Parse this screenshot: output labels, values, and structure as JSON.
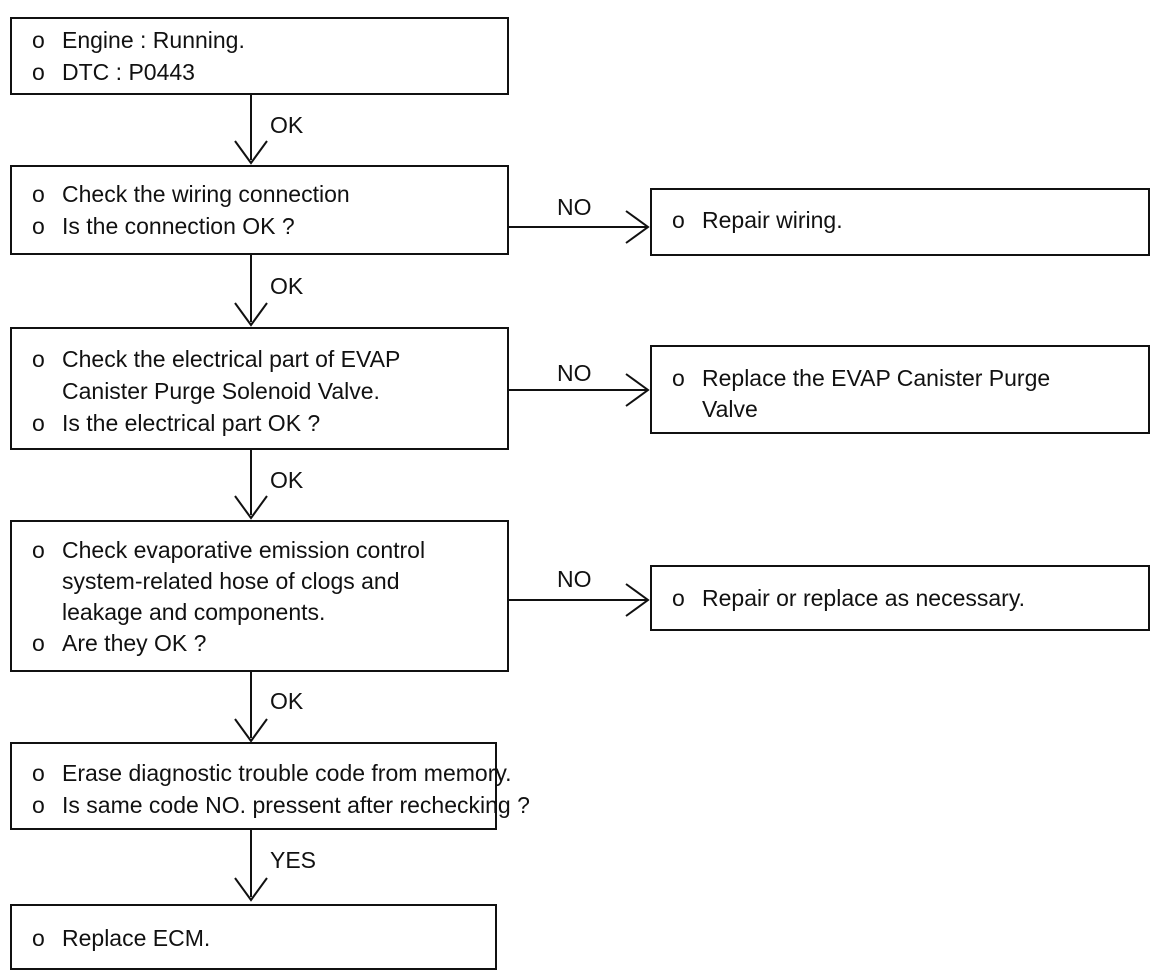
{
  "bullet": "o",
  "steps": [
    {
      "lines": [
        "Engine : Running.",
        "DTC : P0443"
      ]
    },
    {
      "lines": [
        "Check the wiring connection",
        "Is the connection OK ?"
      ]
    },
    {
      "lines": [
        "Check the electrical part of EVAP",
        "Canister Purge Solenoid Valve.",
        "Is the electrical part OK ?"
      ]
    },
    {
      "lines": [
        "Check evaporative emission control",
        "system-related hose of clogs and",
        "leakage and components.",
        "Are they OK ?"
      ]
    },
    {
      "lines": [
        "Erase diagnostic trouble code from memory.",
        "Is same code NO. pressent after rechecking ?"
      ]
    },
    {
      "lines": [
        "Replace ECM."
      ]
    }
  ],
  "actions": [
    {
      "lines": [
        "Repair wiring."
      ]
    },
    {
      "lines": [
        "Replace the EVAP Canister Purge",
        "Valve"
      ]
    },
    {
      "lines": [
        "Repair or replace as necessary."
      ]
    }
  ],
  "down_labels": [
    "OK",
    "OK",
    "OK",
    "OK",
    "YES"
  ],
  "side_labels": [
    "NO",
    "NO",
    "NO"
  ]
}
